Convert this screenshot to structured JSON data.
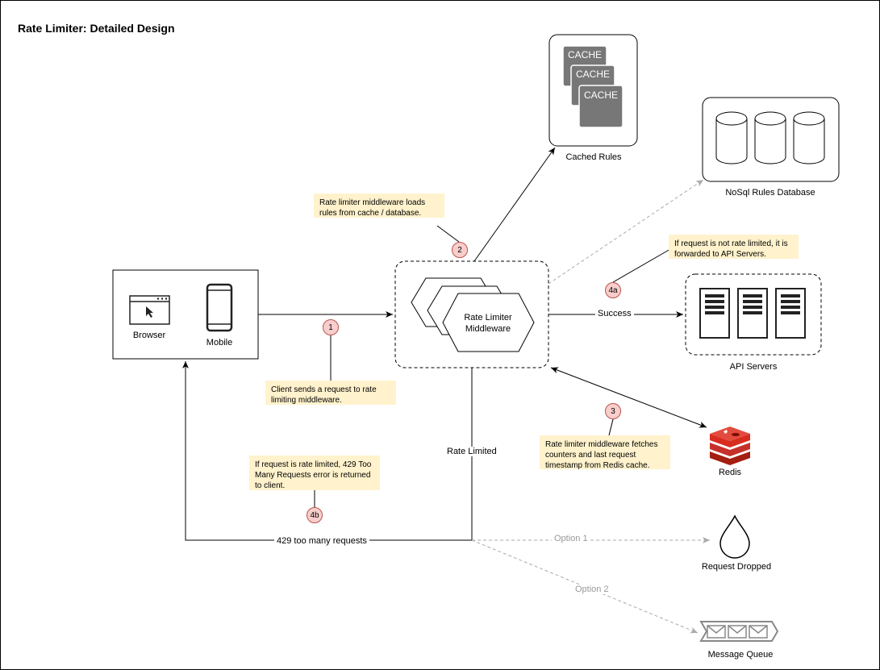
{
  "title": "Rate Limiter: Detailed Design",
  "client": {
    "browser_label": "Browser",
    "mobile_label": "Mobile"
  },
  "middleware": {
    "label_line1": "Rate Limiter",
    "label_line2": "Middleware"
  },
  "cache": {
    "icon_text": "CACHE",
    "label": "Cached Rules"
  },
  "nosql": {
    "label": "NoSql Rules Database"
  },
  "api": {
    "label": "API Servers"
  },
  "redis": {
    "label": "Redis"
  },
  "dropped": {
    "label": "Request Dropped"
  },
  "queue": {
    "label": "Message Queue"
  },
  "edges": {
    "success": "Success",
    "rate_limited": "Rate Limited",
    "too_many": "429 too many requests",
    "option1": "Option 1",
    "option2": "Option 2"
  },
  "notes": {
    "n1": "Client sends a request to rate limiting middleware.",
    "n2": "Rate limiter middleware loads rules from cache / database.",
    "n3": "Rate limiter middleware fetches counters and last request timestamp from Redis cache.",
    "n4a": "If request is not rate limited, it is forwarded to API Servers.",
    "n4b": "If request is rate limited, 429 Too Many Requests error is returned to client."
  },
  "badges": {
    "b1": "1",
    "b2": "2",
    "b3": "3",
    "b4a": "4a",
    "b4b": "4b"
  }
}
